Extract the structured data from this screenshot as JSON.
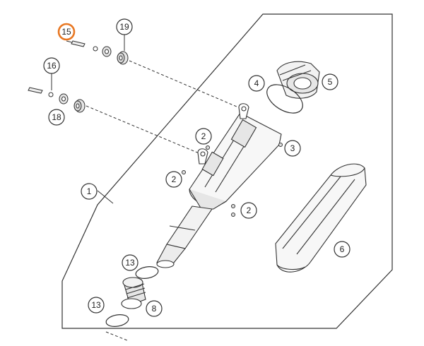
{
  "colors": {
    "line": "#333333",
    "fill_light": "#f7f7f7",
    "fill_mid": "#e6e6e6",
    "highlight": "#e87722"
  },
  "callouts": {
    "c1": "1",
    "c2a": "2",
    "c2b": "2",
    "c2c": "2",
    "c3": "3",
    "c4": "4",
    "c5": "5",
    "c6": "6",
    "c8": "8",
    "c13a": "13",
    "c13b": "13",
    "c15": "15",
    "c16": "16",
    "c18": "18",
    "c19": "19"
  },
  "highlighted_callout": "15"
}
